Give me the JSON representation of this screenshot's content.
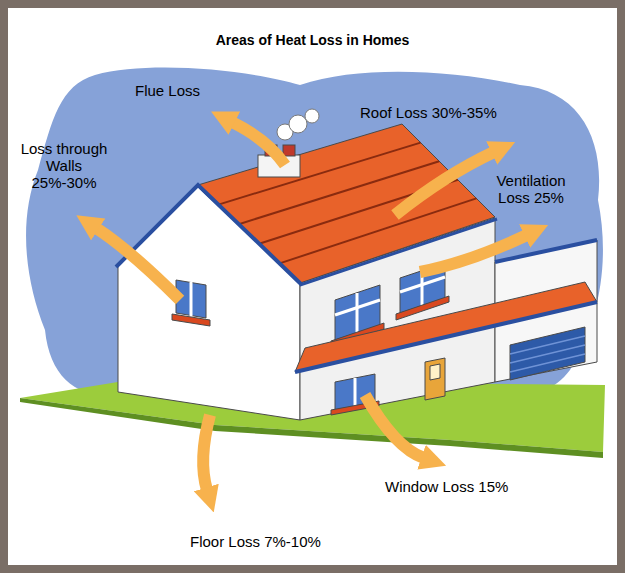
{
  "diagram": {
    "title": "Areas of Heat Loss in Homes",
    "labels": [
      "Flue Loss",
      "Roof Loss 30%-35%",
      "Loss through Walls 25%-30%",
      "Ventilation Loss 25%",
      "Window Loss 15%",
      "Floor Loss 7%-10%"
    ]
  }
}
